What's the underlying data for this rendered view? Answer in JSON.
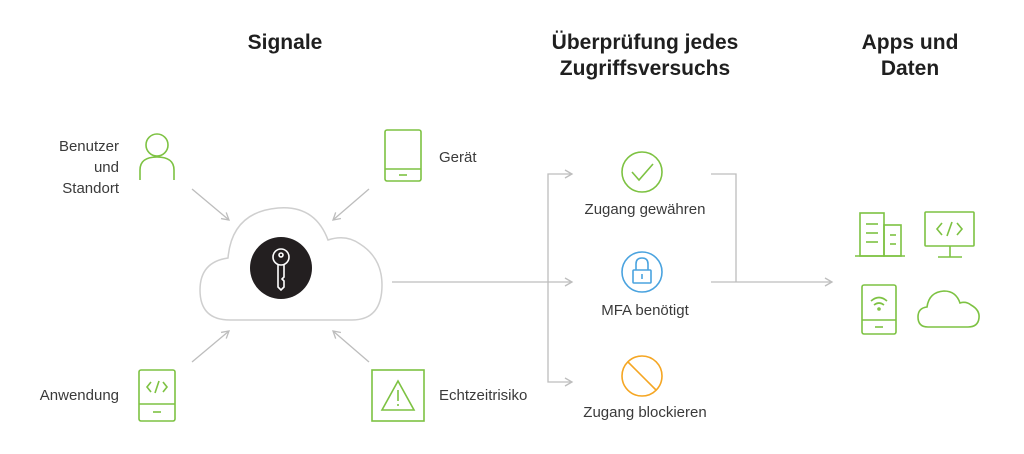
{
  "headings": {
    "signals": "Signale",
    "verification_line1": "Überprüfung jedes",
    "verification_line2": "Zugriffsversuchs",
    "apps_line1": "Apps und",
    "apps_line2": "Daten"
  },
  "signals": {
    "user_line1": "Benutzer",
    "user_line2": "und",
    "user_line3": "Standort",
    "device": "Gerät",
    "application": "Anwendung",
    "realtime_risk": "Echtzeitrisiko"
  },
  "outcomes": {
    "grant": "Zugang gewähren",
    "mfa": "MFA benötigt",
    "block": "Zugang blockieren"
  },
  "colors": {
    "green": "#7dc242",
    "blue": "#4aa3df",
    "orange": "#f5a623",
    "gray_line": "#bdbdbd",
    "key_circle": "#231f20"
  }
}
